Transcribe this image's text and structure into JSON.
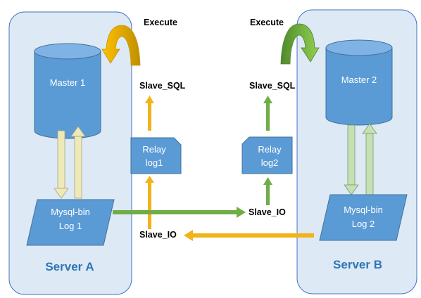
{
  "diagram": {
    "server_a": {
      "label": "Server A",
      "master": "Master 1",
      "binlog_line1": "Mysql-bin",
      "binlog_line2": "Log 1"
    },
    "server_b": {
      "label": "Server B",
      "master": "Master 2",
      "binlog_line1": "Mysql-bin",
      "binlog_line2": "Log 2"
    },
    "relay1": {
      "line1": "Relay",
      "line2": "log1"
    },
    "relay2": {
      "line1": "Relay",
      "line2": "log2"
    },
    "labels": {
      "execute_left": "Execute",
      "execute_right": "Execute",
      "slave_sql_left": "Slave_SQL",
      "slave_sql_right": "Slave_SQL",
      "slave_io_left": "Slave_IO",
      "slave_io_right": "Slave_IO"
    },
    "colors": {
      "server_fill": "#dde9f5",
      "server_stroke": "#4472c4",
      "node_fill": "#5b9bd5",
      "node_dark": "#41719c",
      "server_label": "#2e75b6",
      "orange": "#f2b318",
      "orange_dark": "#c59513",
      "green": "#70ad47",
      "green_dark": "#538135",
      "pale_yellow": "#ede9b8",
      "pale_green": "#c5e0b4"
    }
  }
}
